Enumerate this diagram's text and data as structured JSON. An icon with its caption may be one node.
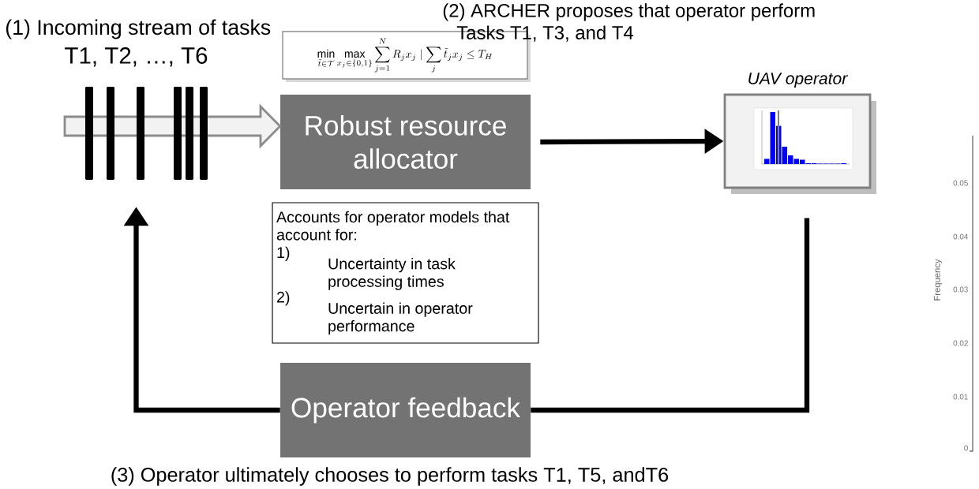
{
  "diagram": {
    "nodes": [
      {
        "text": [
          "T1, T2, …, T6"
        ],
        "beside": [
          "(1) Incoming stream of tasks"
        ]
      },
      {
        "text": [
          "\\min_{\\tilde{t}\\in\\mathcal{T}} \\max_{x_j\\in\\{0,1\\}} \\sum_{j=1}^{N} R_j x_j \\mid \\sum_{j} \\tilde{t}_j x_j \\le T_H"
        ]
      },
      {
        "text": [
          "Robust resource allocator"
        ]
      },
      {
        "text": [
          "UAV operator"
        ]
      },
      {
        "text": [
          "Accounts for operator models that account for:",
          "1)",
          "Uncertainty in task processing times",
          "2)",
          "Uncertain in operator performance"
        ]
      },
      {
        "text": [
          "Operator feedback"
        ],
        "beside": [
          "(3) Operator ultimately chooses to perform tasks T1, T5, andT6"
        ]
      }
    ],
    "edges": [
      {
        "from": 0,
        "to": 2,
        "arrow": "to",
        "style": "thick"
      },
      {
        "from": 2,
        "to": 3,
        "arrow": "to"
      },
      {
        "from": 3,
        "to": 5,
        "arrow": "none"
      },
      {
        "from": 5,
        "to": 0,
        "arrow": "to"
      }
    ],
    "labels": [
      "(2) ARCHER proposes that operator perform Tasks T1, T3, and T4",
      "Frequency",
      "0.05",
      "0.04",
      "0.03",
      "0.02",
      "0.01",
      "0"
    ]
  }
}
